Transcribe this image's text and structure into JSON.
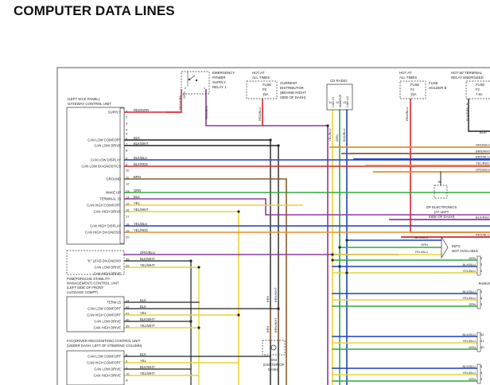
{
  "page": {
    "title": "COMPUTER DATA LINES"
  },
  "colors": {
    "red": "#d8232a",
    "black": "#222222",
    "blue": "#1f3fbf",
    "orange": "#e3902a",
    "brown": "#8a5a2b",
    "green": "#2faa3c",
    "yellow": "#e8d43a",
    "purple": "#8a3b9a",
    "grey": "#8a8a8a",
    "white": "#ffffff"
  },
  "components": {
    "gateway": {
      "title1": "(LEFT KICK PANEL)",
      "title2": "GATEWAY CONTROL UNIT",
      "pins": [
        {
          "label": "SUPPLY",
          "pin": "1",
          "wire": "RED/GRN"
        },
        {
          "label": "",
          "pin": "2",
          "wire": ""
        },
        {
          "label": "",
          "pin": "3",
          "wire": ""
        },
        {
          "label": "",
          "pin": "4",
          "wire": ""
        },
        {
          "label": "",
          "pin": "5",
          "wire": ""
        },
        {
          "label": "CAN LOW COMFORT",
          "pin": "6",
          "wire": "BLK"
        },
        {
          "label": "CAN LOW DRIVE",
          "pin": "7",
          "wire": "BLK/WHT"
        },
        {
          "label": "",
          "pin": "8",
          "wire": ""
        },
        {
          "label": "CAN LOW DISPLAY",
          "pin": "8",
          "wire": "BLK/BLU"
        },
        {
          "label": "CAN LOW DIAGNOSTICS",
          "pin": "9",
          "wire": "BLK/RED"
        },
        {
          "label": "",
          "pin": "10",
          "wire": ""
        },
        {
          "label": "GROUND",
          "pin": "11",
          "wire": "BRN"
        },
        {
          "label": "",
          "pin": "12",
          "wire": ""
        },
        {
          "label": "WAKE UP",
          "pin": "13",
          "wire": "GRN"
        },
        {
          "label": "TERMINAL 15",
          "pin": "14",
          "wire": "BLK"
        },
        {
          "label": "CAN HIGH COMFORT",
          "pin": "15",
          "wire": "YEL"
        },
        {
          "label": "CAN HIGH DRIVE",
          "pin": "16",
          "wire": "YEL/WHT"
        },
        {
          "label": "",
          "pin": "17",
          "wire": ""
        },
        {
          "label": "CAN HIGH DISPLAY",
          "pin": "18",
          "wire": "YEL/BLU"
        },
        {
          "label": "CAN HIGH DIAGNOSIS",
          "pin": "19",
          "wire": "YEL/RED"
        },
        {
          "label": "",
          "pin": "20",
          "wire": ""
        }
      ]
    },
    "klead": {
      "pins": [
        {
          "label": "",
          "pin": "",
          "wire": "ORG/BLU"
        },
        {
          "label": "\"K\" LEAD DIAGNOSIS",
          "pin": "35",
          "wire": "BLK/WHT"
        },
        {
          "label": "CAN LOW DRIVE",
          "pin": "25",
          "wire": "YEL/WHT"
        },
        {
          "label": "CAN HIGH DRIVE",
          "pin": "",
          "wire": ""
        }
      ]
    },
    "psm": {
      "title1": "PSM(PORSCHE STABILITY",
      "title2": "MANAGEMENT) CONTROL UNIT",
      "title3": "(LEFT SIDE OF FRONT",
      "title4": "LUGGAGE COMPT)",
      "pins": [
        {
          "label": "TERM 15",
          "pin": "24",
          "wire": "BLK"
        },
        {
          "label": "CAN LOW COMFORT",
          "pin": "42",
          "wire": "BLK"
        },
        {
          "label": "CAN HIGH COMFORT",
          "pin": "41",
          "wire": "YEL"
        },
        {
          "label": "CAN LOW DRIVE",
          "pin": "40",
          "wire": "BLK/WHT"
        },
        {
          "label": "CAN HIGH DRIVE",
          "pin": "39",
          "wire": "YEL/WHT"
        }
      ]
    },
    "drv": {
      "title1": "FAC(DRIVER RECOGNITION) CONTROL UNIT",
      "title2": "(UNDER DASH, LEFT OF STEERING COLUMN)",
      "pins": [
        {
          "label": "CAN LOW COMFORT",
          "pin": "8",
          "wire": "BLK"
        },
        {
          "label": "CAN HIGH COMFORT",
          "pin": "9",
          "wire": "YEL"
        },
        {
          "label": "CAN LOW DRIVE",
          "pin": "1",
          "wire": "BLK/WHT"
        },
        {
          "label": "CAN HIGH DRIVE",
          "pin": "10",
          "wire": "YEL/WHT"
        },
        {
          "label": "",
          "pin": "A",
          "wire": ""
        }
      ]
    },
    "relay": {
      "lines": [
        "EMERGENCY",
        "POWER",
        "SUPPLY",
        "RELAY 1"
      ],
      "wire_a": "GRN",
      "wire_b": "RED/BLK",
      "wire_c": "RED/GRN",
      "pin_a": "2",
      "pin_b": "1"
    },
    "fuse_f8": {
      "lines": [
        "HOT AT",
        "ALL TIMES"
      ],
      "fuse": "FUSE",
      "fuse_id": "F8",
      "amps": "15A",
      "desc": [
        "CURRENT",
        "DISTRIBUTOR",
        "(BEHIND RIGHT",
        "SIDE OF DASH)"
      ],
      "wire": "RED/BLU"
    },
    "cd_radio": {
      "label": "CD RADIO",
      "pins": [
        "11",
        "12",
        "13"
      ],
      "labels": [
        "CAN HI",
        "WAKEUP",
        "CAN LO"
      ],
      "wires": [
        "YEL/BLU",
        "GRN",
        "BLK/BLU"
      ]
    },
    "fuse_f1": {
      "lines": [
        "HOT AT",
        "ALL TIMES"
      ],
      "fuse": "FUSE",
      "fuse_id": "F1",
      "amps": "15A",
      "desc": [
        "FUSE",
        "HOLDER B"
      ],
      "wire": "RED/BLU"
    },
    "fuse_f2": {
      "lines": [
        "HOT W/ TERMINAL",
        "RELAY ENERGIZED"
      ],
      "fuse": "FUSE",
      "fuse_id": "F2",
      "amps": "7.5A",
      "wire": "BLK/GRN",
      "pin": "4",
      "wire2": "BLK/"
    },
    "right_wires": [
      "ORG/BLU",
      "BRN/WHT",
      "BRN/BLU",
      "YEL/RED",
      "ORG/BLU",
      "BLK/RED",
      "RED/BLU"
    ],
    "gp_ground": {
      "lines": [
        "GP ELECTRONICS",
        "(AT LEFT",
        "SIDE OF DASH)"
      ],
      "pin": "B"
    },
    "info": {
      "lines": [
        "INFO",
        "NOT AVAILABLE"
      ],
      "wires": [
        "BLK/BLU",
        "GRN",
        "YEL/BLU"
      ]
    },
    "right_blocks": {
      "a": {
        "pins": [
          {
            "wire": "GRN",
            "pin": "5"
          },
          {
            "wire": "BLK/BLU",
            "pin": "3"
          },
          {
            "wire": "YEL/BLU",
            "pin": "4"
          }
        ],
        "label": "PARKING ASSI"
      },
      "b": {
        "pins": [
          {
            "wire": "BLK/BLU",
            "pin": "5"
          },
          {
            "wire": "YEL/BLU",
            "pin": "6"
          },
          {
            "wire": "GRN",
            "pin": "3"
          }
        ],
        "label": "PORSC"
      },
      "c": {
        "pins": [
          {
            "wire": "BLK/BLU",
            "pin": "32"
          },
          {
            "wire": "YEL/BLU",
            "pin": "31"
          },
          {
            "wire": "GRN",
            "pin": "30"
          }
        ]
      },
      "d": {
        "pins": [
          {
            "wire": "BLK/BLU",
            "pin": "5"
          },
          {
            "wire": "YEL/BLU",
            "pin": "6"
          },
          {
            "wire": "GRN",
            "pin": "3"
          }
        ]
      }
    },
    "g94": {
      "lines": [
        "G94",
        "(CENTER OF",
        "DASH)"
      ],
      "wire_a": "BRN",
      "wire_b": "BRN/WHT"
    }
  }
}
